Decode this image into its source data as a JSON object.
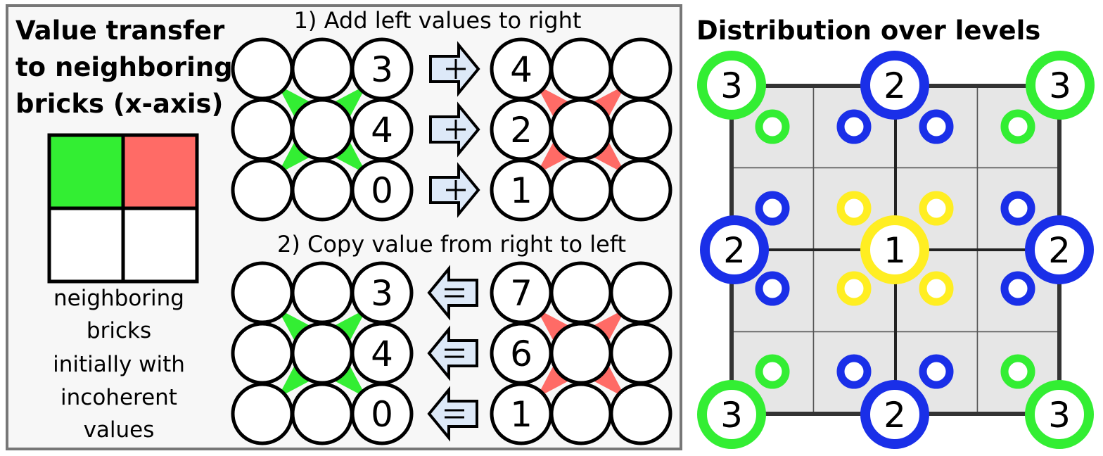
{
  "left_panel": {
    "title_lines": [
      "Value transfer",
      "to neighboring",
      "bricks (x-axis)"
    ],
    "legend_caption_lines": [
      "neighboring",
      "bricks",
      "initially with",
      "incoherent",
      "values"
    ],
    "legend_colors": [
      "#33ee33",
      "#ff6b66",
      "#ffffff",
      "#ffffff"
    ]
  },
  "step1": {
    "label": "1) Add left values to right",
    "left_values": [
      "3",
      "4",
      "0"
    ],
    "right_values": [
      "4",
      "2",
      "1"
    ],
    "arrow_symbol": "plus",
    "left_color": "#33ee33",
    "right_color": "#ff6b66"
  },
  "step2": {
    "label": "2) Copy value from right to left",
    "left_values": [
      "3",
      "4",
      "0"
    ],
    "right_values": [
      "7",
      "6",
      "1"
    ],
    "arrow_symbol": "equals",
    "left_color": "#33ee33",
    "right_color": "#ff6b66"
  },
  "right_panel": {
    "title": "Distribution over levels",
    "level_colors": {
      "1": "#ffee22",
      "2": "#1a2fe8",
      "3": "#33ee33"
    },
    "corner_labels": [
      "3",
      "2",
      "3",
      "2",
      "1",
      "2",
      "3",
      "2",
      "3"
    ]
  },
  "colors": {
    "panel_bg": "#f7f7f7",
    "panel_border": "#777777",
    "arrow_fill": "#dde9f8",
    "grid_fill": "#e6e6e6"
  }
}
